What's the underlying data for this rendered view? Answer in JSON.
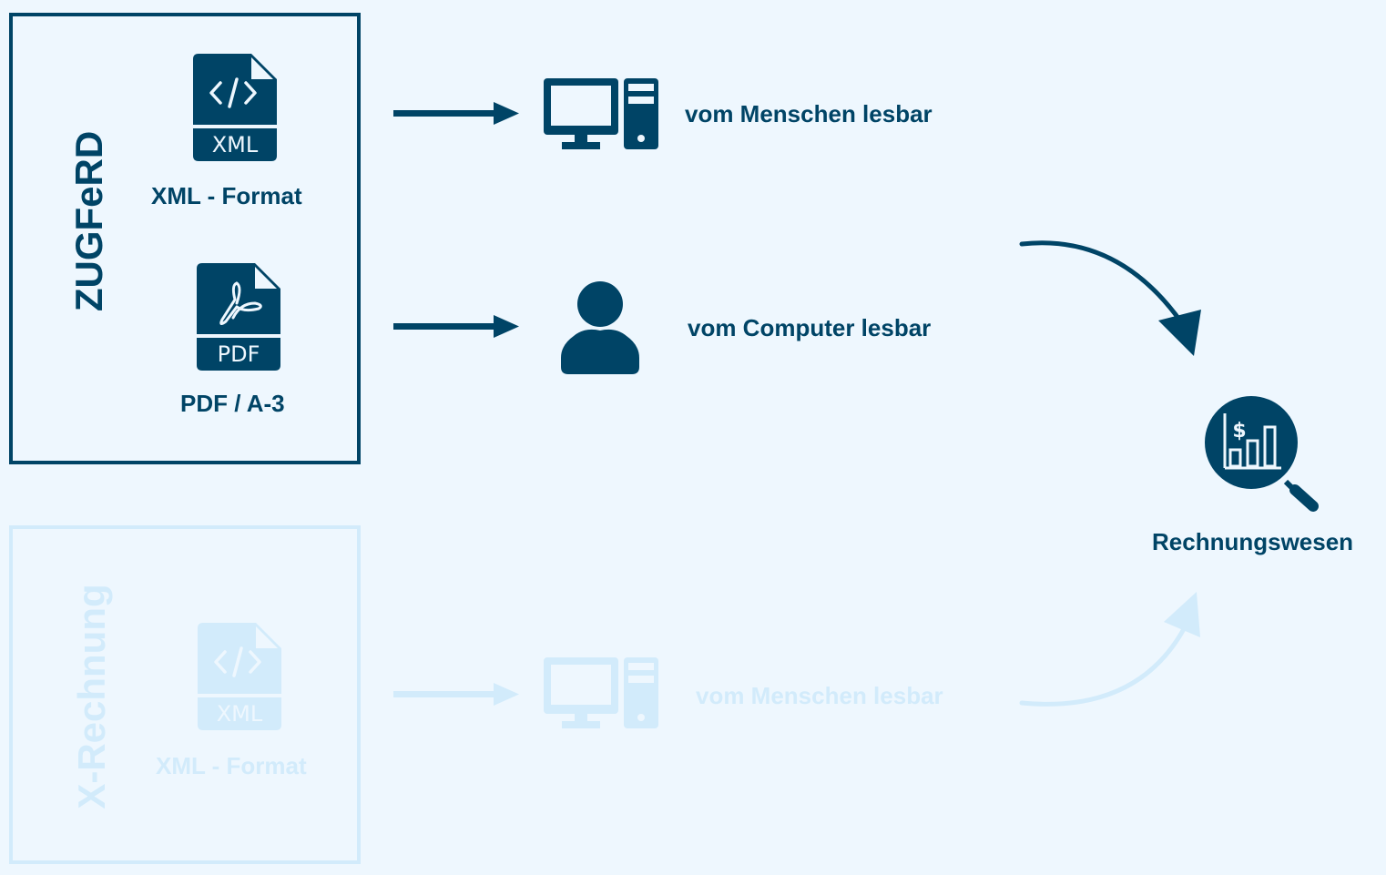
{
  "colors": {
    "primary": "#004466",
    "faded": "#d2ebfb",
    "background": "#eef7fe"
  },
  "zugferd": {
    "title": "ZUGFeRD",
    "xml_icon_label": "XML",
    "xml_caption": "XML - Format",
    "pdf_icon_label": "PDF",
    "pdf_caption": "PDF / A-3",
    "flows": [
      {
        "icon": "desktop-computer-icon",
        "label": "vom Menschen lesbar"
      },
      {
        "icon": "user-icon",
        "label": "vom Computer lesbar"
      }
    ]
  },
  "xrechnung": {
    "title": "X-Rechnung",
    "xml_icon_label": "XML",
    "xml_caption": "XML - Format",
    "flows": [
      {
        "icon": "desktop-computer-icon",
        "label": "vom Menschen lesbar"
      }
    ]
  },
  "target": {
    "icon": "financial-analysis-icon",
    "label": "Rechnungswesen"
  }
}
